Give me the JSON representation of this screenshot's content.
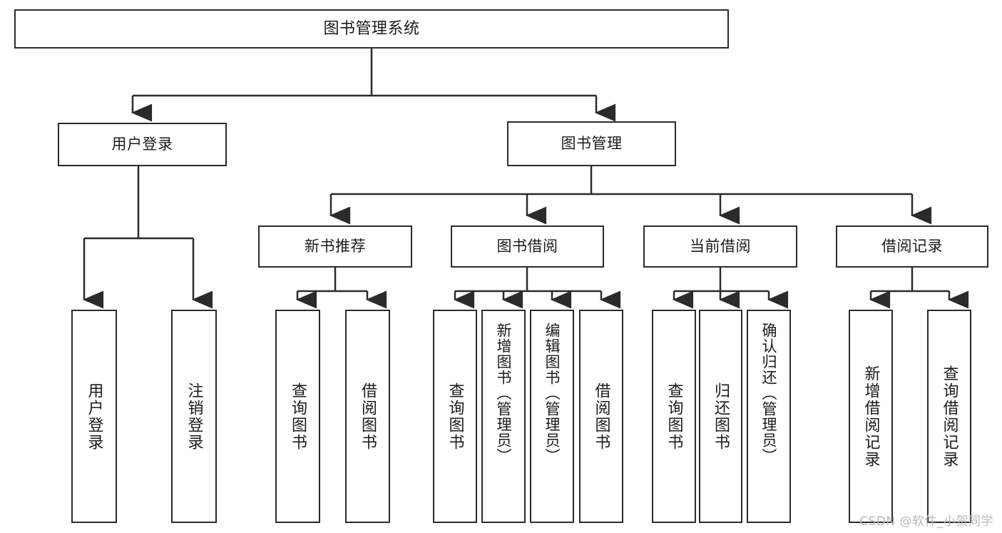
{
  "diagram": {
    "title": "图书管理系统",
    "type": "tree",
    "root": {
      "id": "root",
      "label": "图书管理系统"
    },
    "level2": [
      {
        "id": "user-login",
        "label": "用户登录"
      },
      {
        "id": "book-manage",
        "label": "图书管理"
      }
    ],
    "level3": [
      {
        "id": "new-book-recommend",
        "label": "新书推荐",
        "parent": "book-manage"
      },
      {
        "id": "book-borrow",
        "label": "图书借阅",
        "parent": "book-manage"
      },
      {
        "id": "current-borrow",
        "label": "当前借阅",
        "parent": "book-manage"
      },
      {
        "id": "borrow-record",
        "label": "借阅记录",
        "parent": "book-manage"
      }
    ],
    "leaves": [
      {
        "id": "leaf-user-login",
        "label": "用户登录",
        "parent": "user-login"
      },
      {
        "id": "leaf-logout-login",
        "label": "注销登录",
        "parent": "user-login"
      },
      {
        "id": "leaf-query-book-1",
        "label": "查询图书",
        "parent": "new-book-recommend"
      },
      {
        "id": "leaf-borrow-book-1",
        "label": "借阅图书",
        "parent": "new-book-recommend"
      },
      {
        "id": "leaf-query-book-2",
        "label": "查询图书",
        "parent": "book-borrow"
      },
      {
        "id": "leaf-add-book",
        "label": "新增图书（管理员）",
        "parent": "book-borrow"
      },
      {
        "id": "leaf-edit-book",
        "label": "编辑图书（管理员）",
        "parent": "book-borrow"
      },
      {
        "id": "leaf-borrow-book-2",
        "label": "借阅图书",
        "parent": "book-borrow"
      },
      {
        "id": "leaf-query-book-3",
        "label": "查询图书",
        "parent": "current-borrow"
      },
      {
        "id": "leaf-return-book",
        "label": "归还图书",
        "parent": "current-borrow"
      },
      {
        "id": "leaf-confirm-return",
        "label": "确认归还（管理员）",
        "parent": "current-borrow"
      },
      {
        "id": "leaf-add-record",
        "label": "新增借阅记录",
        "parent": "borrow-record"
      },
      {
        "id": "leaf-query-record",
        "label": "查询借阅记录",
        "parent": "borrow-record"
      }
    ],
    "colors": {
      "stroke": "#2b2b2b",
      "fill": "#ffffff",
      "text": "#1b1b1b",
      "watermark": "#b9b9b9"
    }
  },
  "watermark": {
    "text": "CSDN @软件_小贺同学"
  }
}
